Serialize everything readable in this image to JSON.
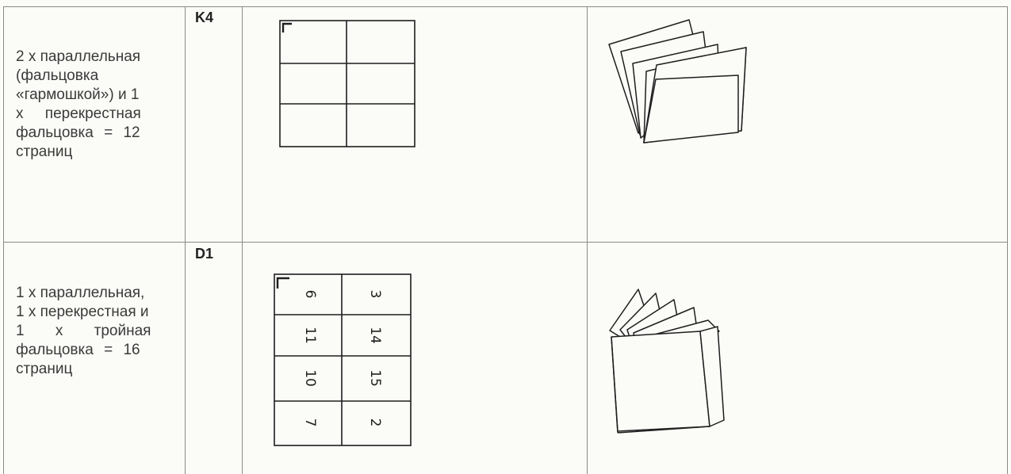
{
  "rows": [
    {
      "description_lines": [
        "2 х параллельная",
        "(фальцовка",
        "«гармошкой») и 1",
        "х перекрестная",
        "фальцовка = 12",
        "страниц"
      ],
      "code": "K4",
      "scheme_page_numbers": []
    },
    {
      "description_lines": [
        "1 х параллельная,",
        "1 х перекрестная и",
        "1 х тройная",
        "фальцовка = 16",
        "страниц"
      ],
      "code": "D1",
      "scheme_page_numbers": [
        [
          "6",
          "3"
        ],
        [
          "11",
          "14"
        ],
        [
          "10",
          "15"
        ],
        [
          "7",
          "2"
        ]
      ]
    }
  ],
  "colors": {
    "grid": "#8a8a8a",
    "ink": "#1e1e1e",
    "text": "#3a3a3a"
  }
}
